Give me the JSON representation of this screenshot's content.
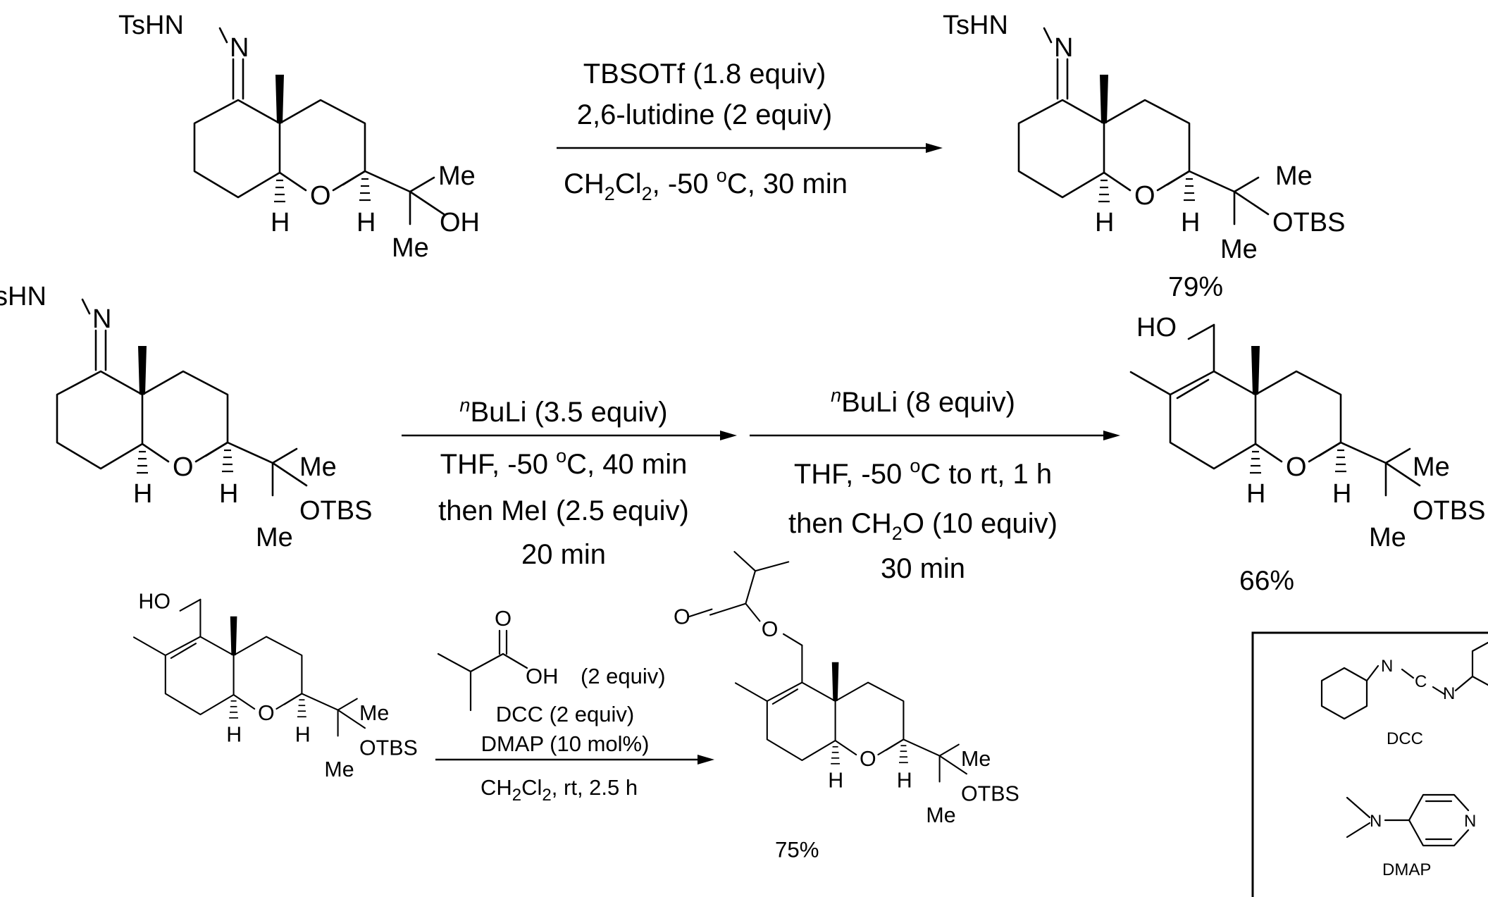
{
  "compounds": {
    "c1": {
      "tshn": "TsHN",
      "n": "N",
      "me_up": "Me",
      "oh": "OH",
      "me_down": "Me",
      "o": "O",
      "h1": "H",
      "h2": "H"
    },
    "c2": {
      "tshn": "TsHN",
      "n": "N",
      "me_up": "Me",
      "otbs": "OTBS",
      "me_down": "Me",
      "o": "O",
      "h1": "H",
      "h2": "H",
      "yield": "79%"
    },
    "c3": {
      "tshn": "TsHN",
      "n": "N",
      "me_up": "Me",
      "otbs": "OTBS",
      "me_down": "Me",
      "o": "O",
      "h1": "H",
      "h2": "H"
    },
    "c4": {
      "ho": "HO",
      "me_up": "Me",
      "otbs": "OTBS",
      "me_down": "Me",
      "o": "O",
      "h1": "H",
      "h2": "H",
      "yield": "66%"
    },
    "c5": {
      "ho": "HO",
      "me_up": "Me",
      "otbs": "OTBS",
      "me_down": "Me",
      "o": "O",
      "h1": "H",
      "h2": "H"
    },
    "c6": {
      "o_carbonyl": "O",
      "o_ester": "O",
      "me_up": "Me",
      "otbs": "OTBS",
      "me_down": "Me",
      "o": "O",
      "h1": "H",
      "h2": "H",
      "yield": "75%"
    }
  },
  "reactions": {
    "r1": {
      "line1": "TBSOTf (1.8 equiv)",
      "line2": "2,6-lutidine (2 equiv)",
      "line3_a": "CH",
      "line3_sub1": "2",
      "line3_b": "Cl",
      "line3_sub2": "2",
      "line3_c": ", -50 ",
      "line3_sup": "o",
      "line3_d": "C, 30 min"
    },
    "r2": {
      "sup": "n",
      "line1": "BuLi (3.5 equiv)",
      "line2_a": "THF, -50 ",
      "line2_sup": "o",
      "line2_b": "C, 40 min",
      "line3": "then MeI (2.5 equiv)",
      "line4": "20 min"
    },
    "r3": {
      "sup": "n",
      "line1": "BuLi (8 equiv)",
      "line2_a": "THF, -50 ",
      "line2_sup": "o",
      "line2_b": "C to rt, 1 h",
      "line3_a": "then CH",
      "line3_sub": "2",
      "line3_b": "O (10 equiv)",
      "line4": "30 min"
    },
    "r4": {
      "acid_o": "O",
      "acid_oh": "OH",
      "acid_equiv": "(2 equiv)",
      "line1": "DCC (2 equiv)",
      "line2": "DMAP (10 mol%)",
      "line3_a": "CH",
      "line3_sub1": "2",
      "line3_b": "Cl",
      "line3_sub2": "2",
      "line3_c": ", rt, 2.5 h"
    }
  },
  "reagent_box": {
    "dcc_n1": "N",
    "dcc_c": "C",
    "dcc_n2": "N",
    "dcc_label": "DCC",
    "dmap_n1": "N",
    "dmap_n2": "N",
    "dmap_label": "DMAP"
  }
}
